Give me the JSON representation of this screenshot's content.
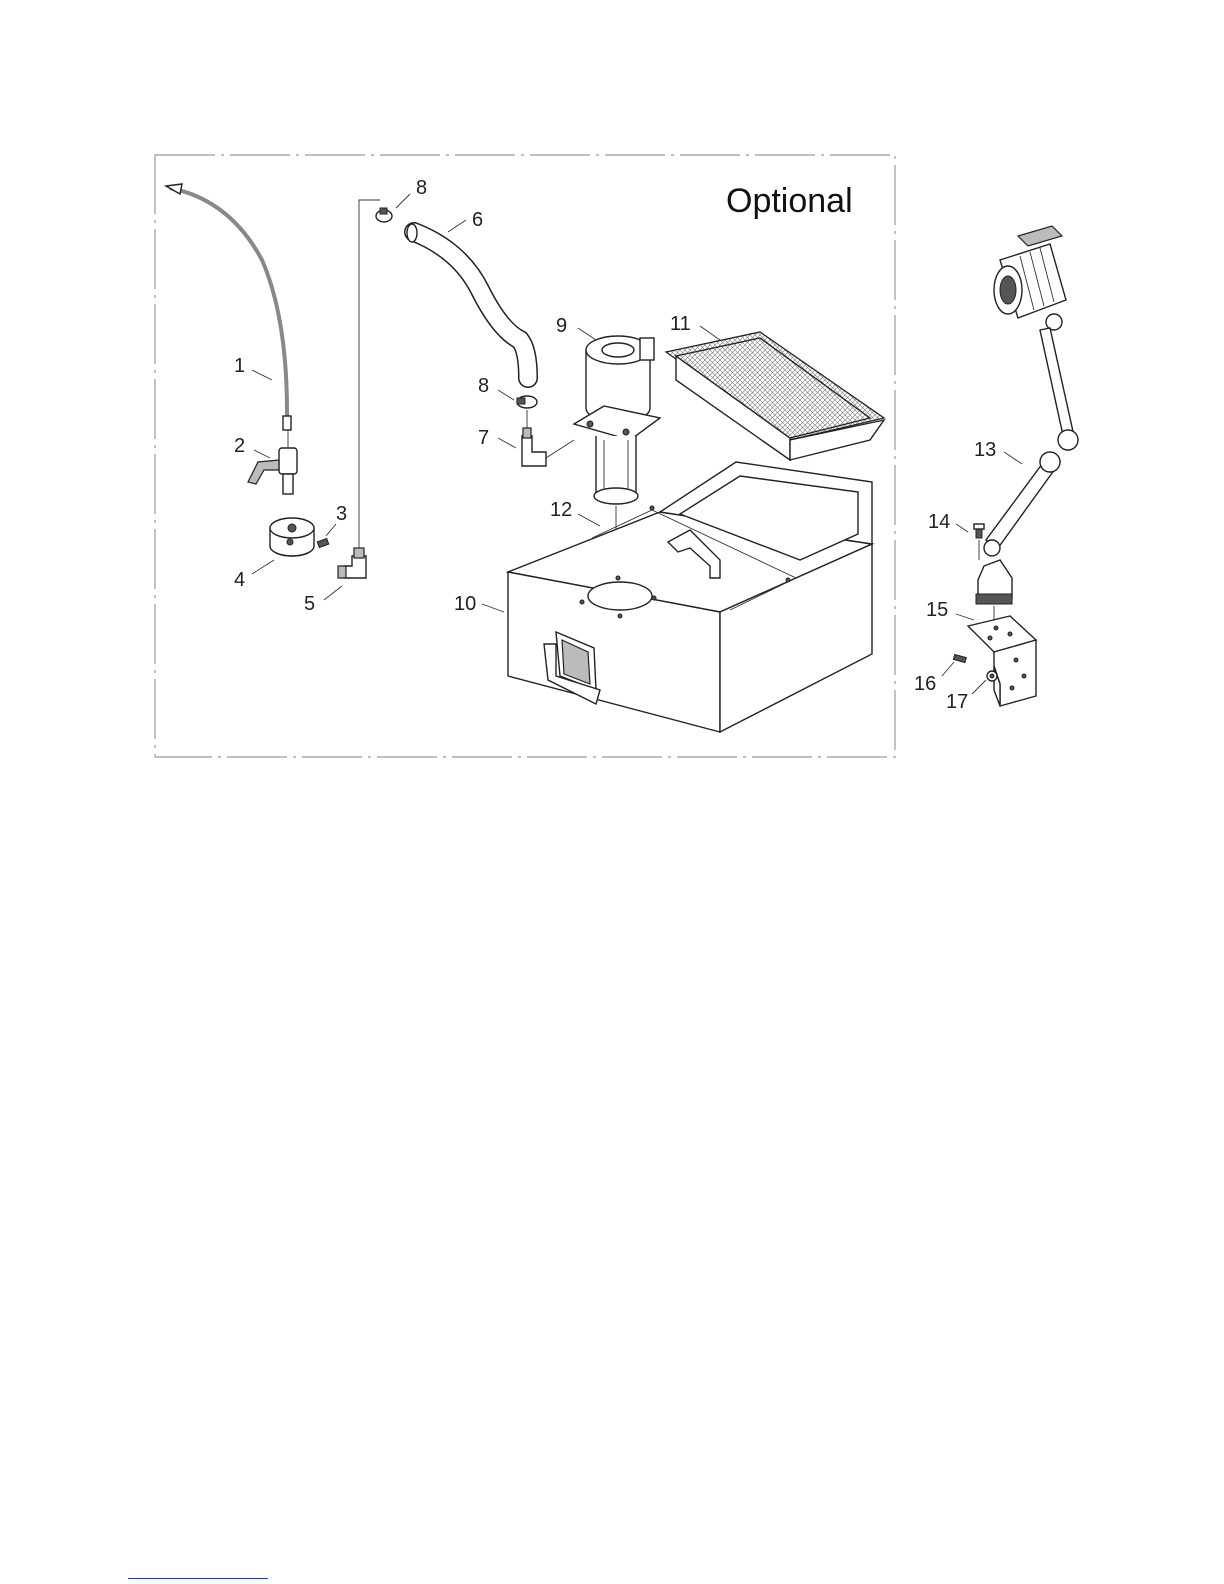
{
  "title": "Optional",
  "callouts": [
    {
      "id": "label-1",
      "text": "1"
    },
    {
      "id": "label-2",
      "text": "2"
    },
    {
      "id": "label-3",
      "text": "3"
    },
    {
      "id": "label-4",
      "text": "4"
    },
    {
      "id": "label-5",
      "text": "5"
    },
    {
      "id": "label-6",
      "text": "6"
    },
    {
      "id": "label-7",
      "text": "7"
    },
    {
      "id": "label-8a",
      "text": "8"
    },
    {
      "id": "label-8b",
      "text": "8"
    },
    {
      "id": "label-9",
      "text": "9"
    },
    {
      "id": "label-10",
      "text": "10"
    },
    {
      "id": "label-11",
      "text": "11"
    },
    {
      "id": "label-12",
      "text": "12"
    },
    {
      "id": "label-13",
      "text": "13"
    },
    {
      "id": "label-14",
      "text": "14"
    },
    {
      "id": "label-15",
      "text": "15"
    },
    {
      "id": "label-16",
      "text": "16"
    },
    {
      "id": "label-17",
      "text": "17"
    }
  ],
  "colors": {
    "line": "#222222",
    "frame": "#999999",
    "link": "#1a3cc8"
  }
}
